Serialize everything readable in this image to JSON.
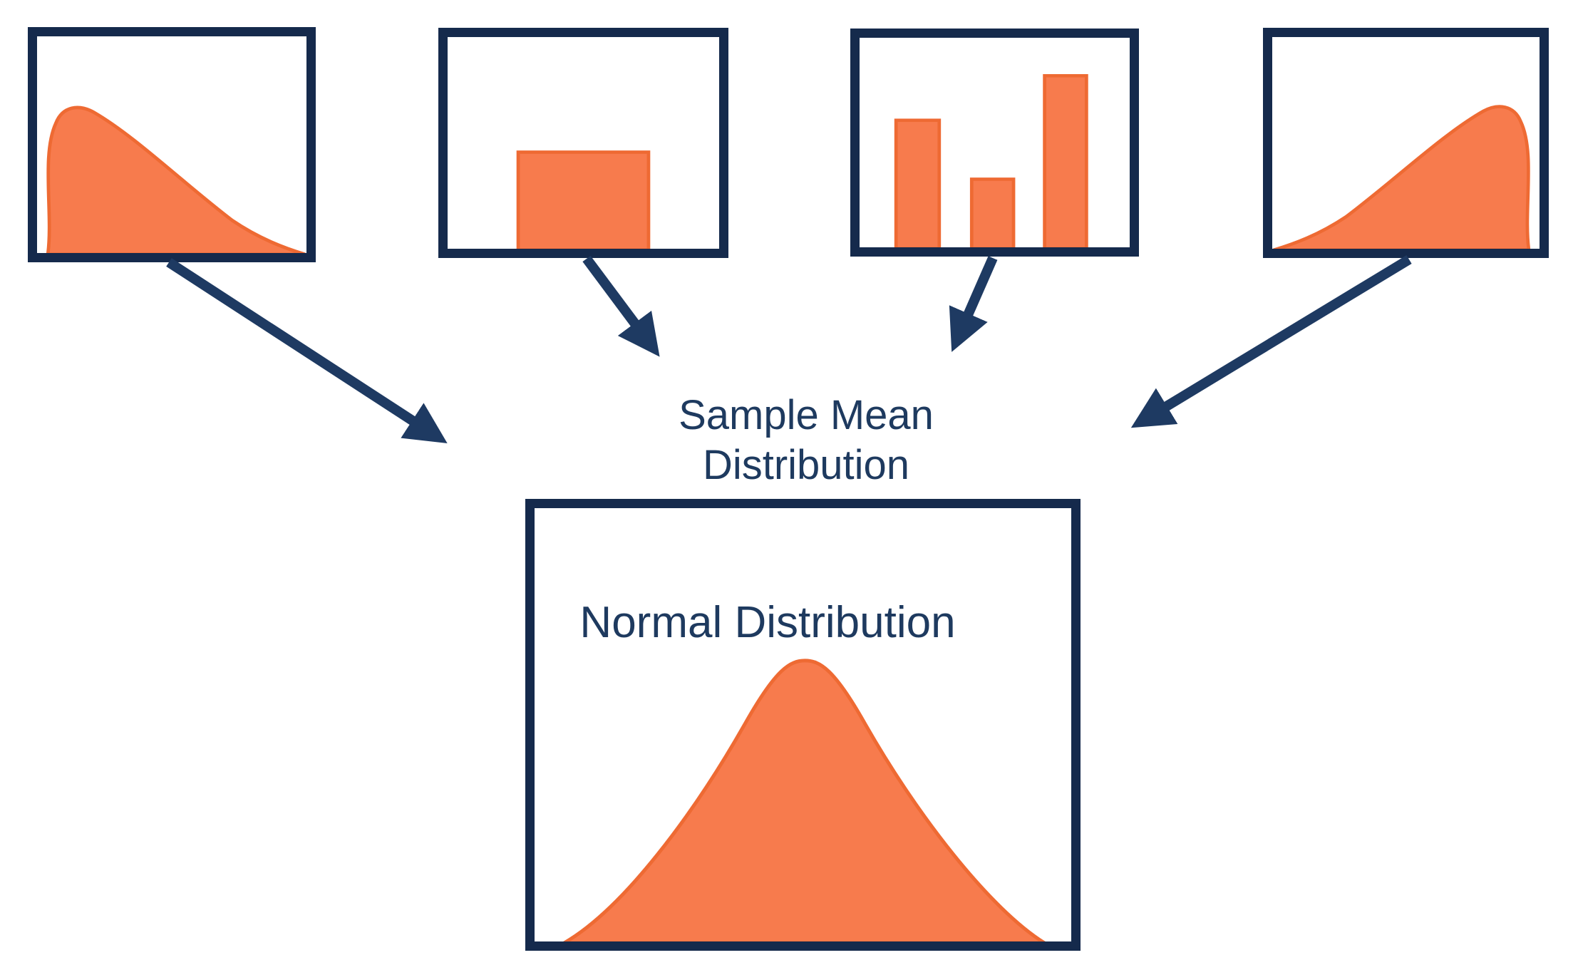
{
  "title": "Sample Mean Distribution diagram (Central Limit Theorem)",
  "colors": {
    "background": "#ffffff",
    "box_border_navy": "#152a4c",
    "arrow_navy": "#1e3a62",
    "text_navy": "#1e3a5f",
    "distribution_fill_orange": "#f77b4d",
    "distribution_stroke_orange": "#ee6a33"
  },
  "labels": {
    "sample_mean_line1": "Sample Mean",
    "sample_mean_line2": "Distribution",
    "normal": "Normal Distribution"
  },
  "panels": [
    {
      "id": "right-skewed-distribution",
      "type": "density-curve",
      "skew": "right"
    },
    {
      "id": "uniform-distribution",
      "type": "uniform-block",
      "block": {
        "x": 0.26,
        "width": 0.48,
        "height": 0.46
      }
    },
    {
      "id": "bar-chart-distribution",
      "type": "bar",
      "bars": [
        0.61,
        0.33,
        0.82
      ]
    },
    {
      "id": "left-skewed-distribution",
      "type": "density-curve",
      "skew": "left"
    }
  ],
  "result_panel": {
    "id": "normal-distribution",
    "type": "density-curve",
    "shape": "bell"
  },
  "arrow_count": 4
}
